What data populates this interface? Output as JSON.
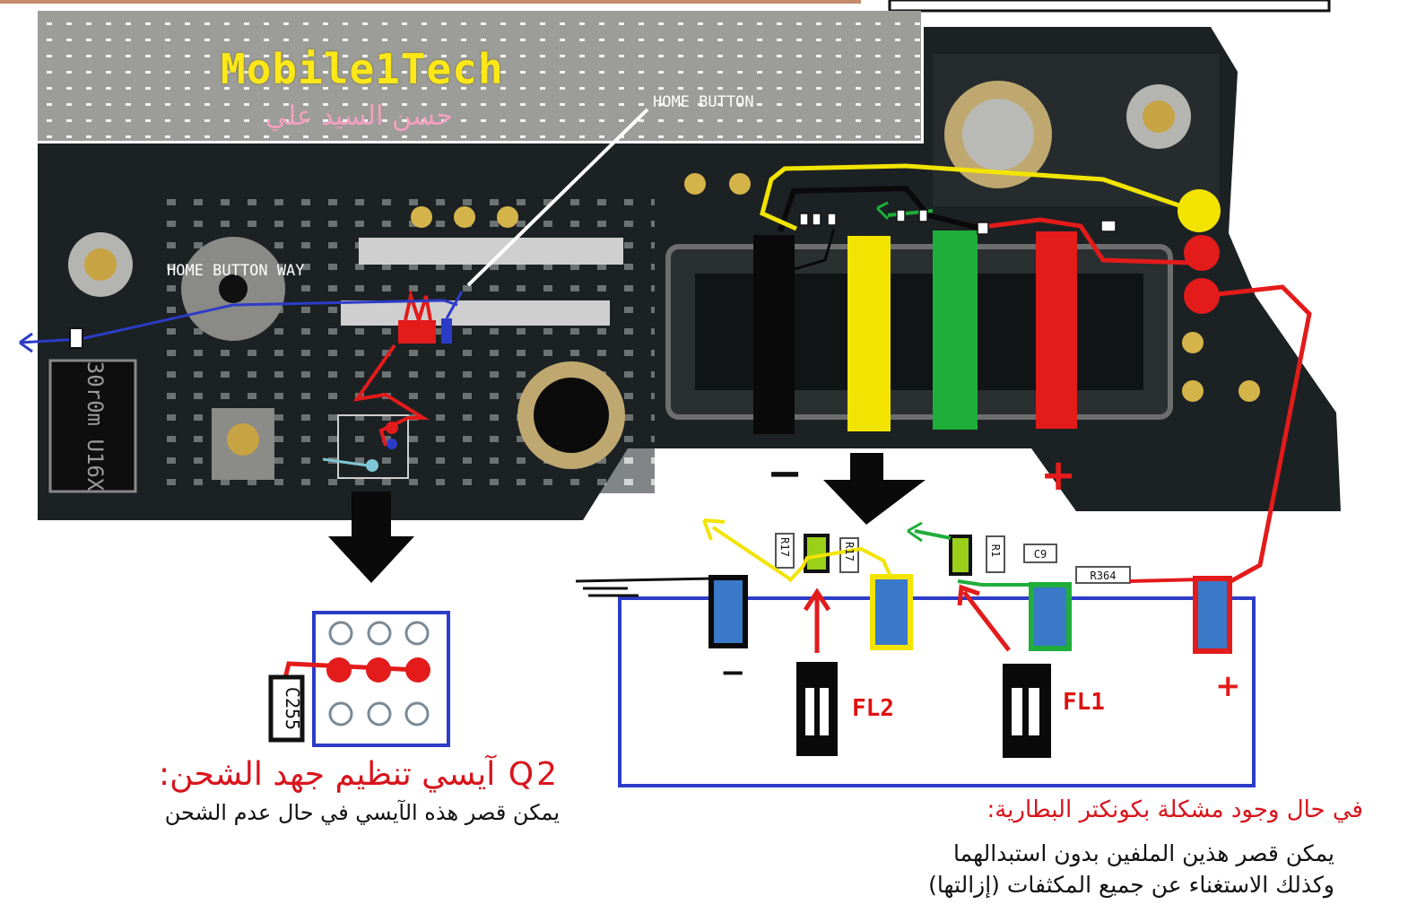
{
  "brand": "Mobile1Tech",
  "author": "حسن السيد علي",
  "labels": {
    "home_button": "HOME BUTTON",
    "home_button_way": "HOME BUTTON WAY",
    "chip_marking": "30r0m U16X",
    "fl2": "FL2",
    "fl1": "FL1",
    "minus": "−",
    "plus": "+",
    "c255": "C255",
    "components": [
      "R17",
      "R17",
      "R1",
      "C9",
      "R364"
    ]
  },
  "q2": {
    "title": "Q2 آيسي تنظيم جهد الشحن:",
    "body": "يمكن قصر هذه الآيسي في حال عدم الشحن"
  },
  "battery_connector": {
    "title": "في حال وجود مشكلة بكونكتر البطارية:",
    "line1": "يمكن قصر هذين الملفين بدون استبدالهما",
    "line2": "وكذلك الاستغناء عن جميع المكثفات (إزالتها)"
  },
  "colors": {
    "red": "#e31b1b",
    "yellow": "#f2e400",
    "green": "#1fae3a",
    "black": "#0a0a0a",
    "blue": "#2c3cc8",
    "pcb": "#1c2224"
  }
}
